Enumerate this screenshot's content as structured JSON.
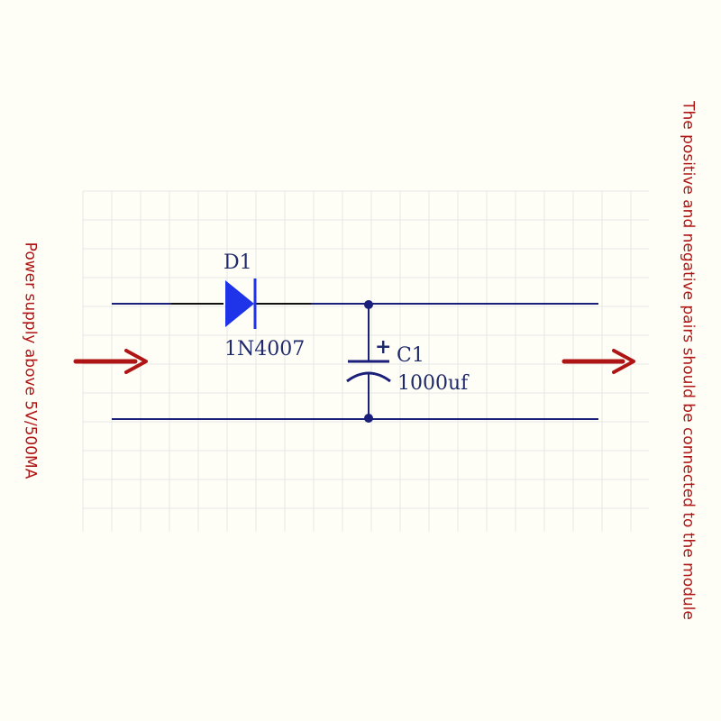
{
  "diagram": {
    "diode": {
      "ref": "D1",
      "value": "1N4007"
    },
    "capacitor": {
      "ref": "C1",
      "value": "1000uf",
      "polarity": "+"
    },
    "notes": {
      "left": "Power supply above 5V/500MA",
      "right": "The positive and negative pairs should be connected to the module"
    },
    "colors": {
      "wire": "#1a1f7a",
      "diode": "#1f33e8",
      "arrow": "#b01515",
      "grid": "#e6e6e6",
      "background": "#fffef6"
    }
  }
}
